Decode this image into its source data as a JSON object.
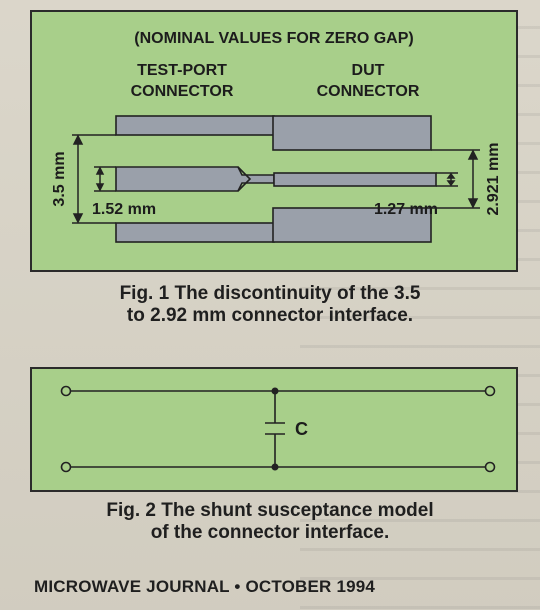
{
  "figure1": {
    "header": "(NOMINAL VALUES FOR ZERO GAP)",
    "left_label_line1": "TEST-PORT",
    "left_label_line2": "CONNECTOR",
    "right_label_line1": "DUT",
    "right_label_line2": "CONNECTOR",
    "dim_outer_left": "3.5 mm",
    "dim_inner_left": "1.52 mm",
    "dim_inner_right": "1.27 mm",
    "dim_outer_right": "2.921 mm",
    "caption_line1": "Fig. 1  The discontinuity of the 3.5",
    "caption_line2": "to 2.92 mm connector interface."
  },
  "figure2": {
    "capacitor_label": "C",
    "caption_line1": "Fig. 2  The shunt susceptance model",
    "caption_line2": "of the connector interface."
  },
  "footer": {
    "text": "MICROWAVE JOURNAL • OCTOBER 1994"
  },
  "colors": {
    "figure_background": "#a8cf8a",
    "conductor_fill": "#9aa0aa",
    "line": "#222222"
  }
}
